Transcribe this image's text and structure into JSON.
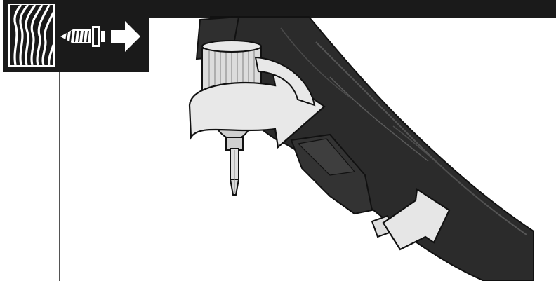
{
  "illustration": {
    "icons": [
      "wood-grain-icon",
      "screw-icon",
      "arrow-right-icon",
      "rotate-clockwise-arrow-icon",
      "push-arrow-icon"
    ],
    "objects": [
      "cordless-screwdriver",
      "screwdriver-bit",
      "forward-reverse-switch"
    ],
    "colors": {
      "black": "#1a1a1a",
      "tool_body": "#2b2b2b",
      "tool_shade": "#3a3a3a",
      "chuck": "#dcdcdc",
      "arrow_fill": "#e8e8e8",
      "outline": "#111111",
      "background": "#ffffff"
    }
  }
}
